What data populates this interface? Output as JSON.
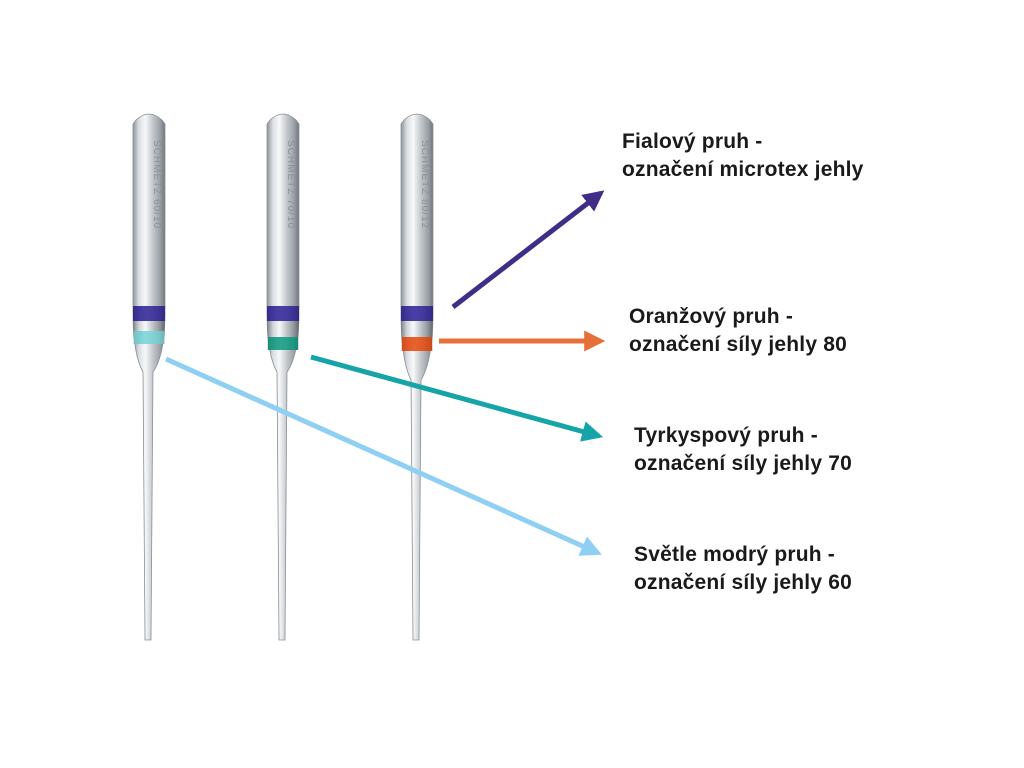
{
  "labels": [
    {
      "line1": "Fialový pruh -",
      "line2": "označení microtex jehly"
    },
    {
      "line1": "Oranžový pruh -",
      "line2": "označení síly jehly 80"
    },
    {
      "line1": "Tyrkyspový pruh -",
      "line2": "označení síly jehly 70"
    },
    {
      "line1": "Světle modrý pruh -",
      "line2": "označení síly jehly 60"
    }
  ],
  "needles": [
    {
      "engraving": "SCHMETZ 60/10",
      "top_band_color": "#3b2f9e",
      "size_band_color": "#7fd6dc"
    },
    {
      "engraving": "SCHMETZ 70/10",
      "top_band_color": "#3b2f9e",
      "size_band_color": "#1aa088"
    },
    {
      "engraving": "SCHMETZ 80/12",
      "top_band_color": "#3b2f9e",
      "size_band_color": "#e8541c"
    }
  ],
  "arrow_colors": {
    "purple": "#3f2d87",
    "orange": "#e5703a",
    "teal": "#16a4a8",
    "light_blue": "#8ecff3"
  }
}
